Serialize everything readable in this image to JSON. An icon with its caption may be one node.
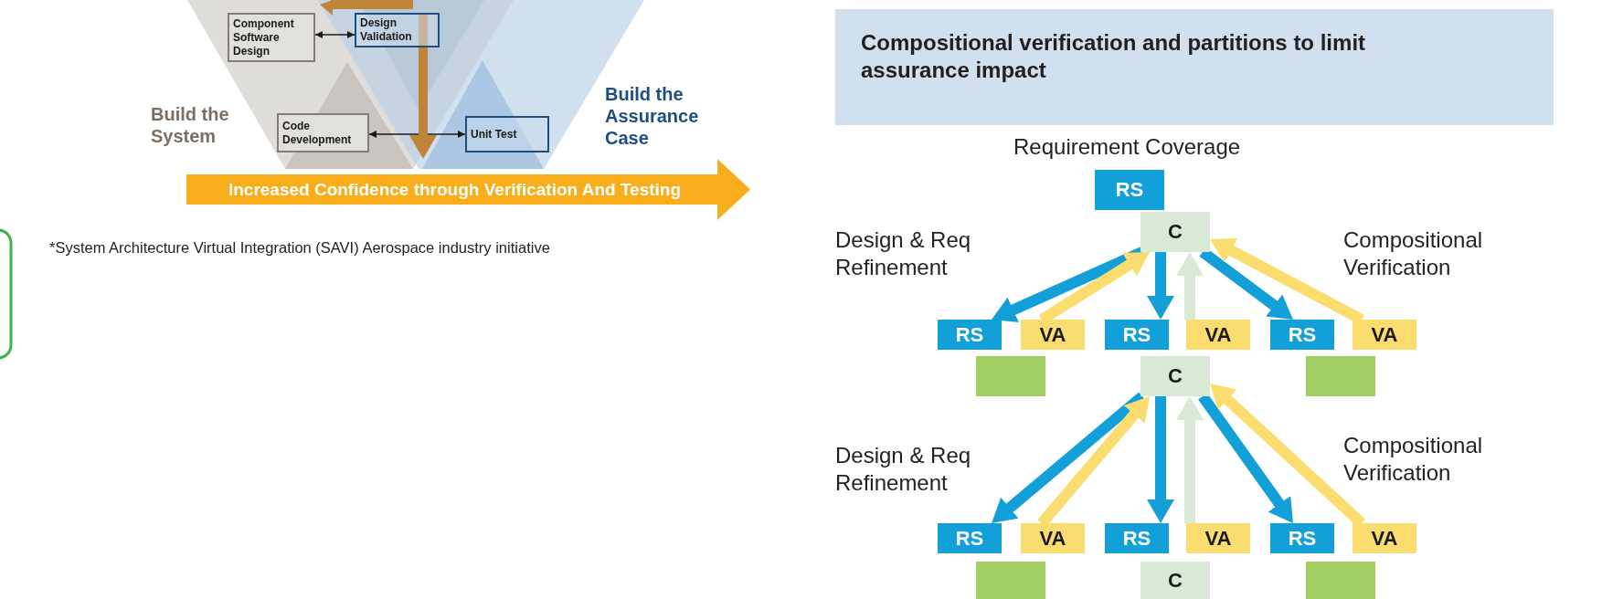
{
  "diagram": {
    "title": "Compositional verification and partitions to limit assurance impact",
    "nodes": [
      {
        "text": [
          "Component Software Design"
        ]
      },
      {
        "text": [
          "Design Validation"
        ]
      },
      {
        "text": [
          "Code Development"
        ]
      },
      {
        "text": [
          "Unit Test"
        ]
      },
      {
        "text": [
          "Increased Confidence through Verification And Testing"
        ]
      },
      {
        "text": [
          "RS"
        ]
      },
      {
        "text": [
          "C"
        ]
      },
      {
        "text": [
          "RS"
        ]
      },
      {
        "text": [
          "VA"
        ]
      },
      {
        "text": [
          "RS"
        ]
      },
      {
        "text": [
          "VA"
        ]
      },
      {
        "text": [
          "RS"
        ]
      },
      {
        "text": [
          "VA"
        ]
      },
      {
        "text": [],
        "shape": "box"
      },
      {
        "text": [
          "C"
        ]
      },
      {
        "text": [],
        "shape": "box"
      },
      {
        "text": [
          "RS"
        ]
      },
      {
        "text": [
          "VA"
        ]
      },
      {
        "text": [
          "RS"
        ]
      },
      {
        "text": [
          "VA"
        ]
      },
      {
        "text": [
          "RS"
        ]
      },
      {
        "text": [
          "VA"
        ]
      },
      {
        "text": [],
        "shape": "box"
      },
      {
        "text": [
          "C"
        ]
      },
      {
        "text": [],
        "shape": "box"
      }
    ],
    "edges": [
      {
        "from": 0,
        "to": 1,
        "arrow": "both",
        "color": "#1a1a1a"
      },
      {
        "from": 2,
        "to": 3,
        "arrow": "both",
        "color": "#1a1a1a"
      },
      {
        "from": 6,
        "to": 7,
        "arrow": "to",
        "color": "#139fd8"
      },
      {
        "from": 8,
        "to": 6,
        "arrow": "to",
        "color": "#fbdc6e"
      },
      {
        "from": 6,
        "to": 9,
        "arrow": "to",
        "color": "#139fd8"
      },
      {
        "from": 10,
        "to": 6,
        "arrow": "to",
        "color": "#d8ead6"
      },
      {
        "from": 6,
        "to": 11,
        "arrow": "to",
        "color": "#139fd8"
      },
      {
        "from": 12,
        "to": 6,
        "arrow": "to",
        "color": "#fbdc6e"
      },
      {
        "from": 14,
        "to": 16,
        "arrow": "to",
        "color": "#139fd8"
      },
      {
        "from": 17,
        "to": 14,
        "arrow": "to",
        "color": "#fbdc6e"
      },
      {
        "from": 14,
        "to": 18,
        "arrow": "to",
        "color": "#139fd8"
      },
      {
        "from": 19,
        "to": 14,
        "arrow": "to",
        "color": "#d8ead6"
      },
      {
        "from": 14,
        "to": 20,
        "arrow": "to",
        "color": "#139fd8"
      },
      {
        "from": 21,
        "to": 14,
        "arrow": "to",
        "color": "#fbdc6e"
      },
      {
        "from": 1,
        "to": 4,
        "arrow": "to",
        "color": "#c0833a"
      }
    ],
    "labels": [
      "Build the System",
      "Build the Assurance Case",
      "*System Architecture Virtual Integration (SAVI) Aerospace industry initiative",
      "Requirement Coverage",
      "Design & Req Refinement",
      "Compositional Verification",
      "Design & Req Refinement",
      "Compositional Verification"
    ]
  }
}
